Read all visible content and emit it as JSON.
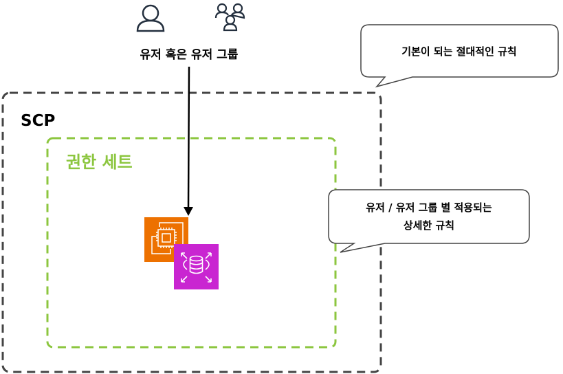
{
  "users": {
    "label": "유저 혹은 유저 그룹"
  },
  "scp": {
    "label": "SCP",
    "border_color": "#444444"
  },
  "permission_set": {
    "label": "권한 세트",
    "color": "#8cc63f"
  },
  "callout_top": {
    "text": "기본이 되는 절대적인 규칙"
  },
  "callout_right": {
    "line1": "유저 / 유저 그룹 별 적용되는",
    "line2": "상세한 규칙"
  },
  "icons": {
    "user": "user-icon",
    "group": "user-group-icon",
    "ec2": "ec2-instance-icon",
    "rds": "database-icon"
  },
  "colors": {
    "ec2": "#ed7100",
    "rds": "#c925d1"
  }
}
